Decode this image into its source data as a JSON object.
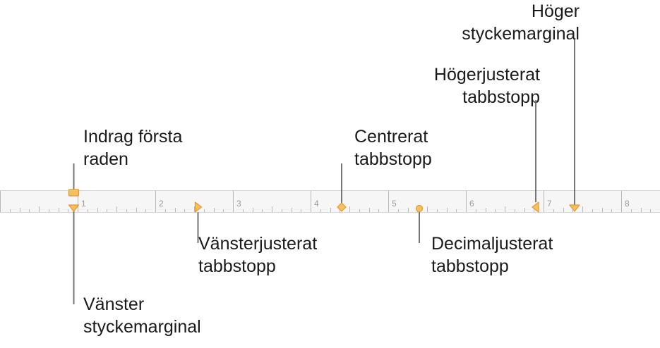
{
  "ruler": {
    "numbers": [
      "1",
      "2",
      "3",
      "4",
      "5",
      "6",
      "7",
      "8"
    ],
    "colors": {
      "marker_fill": "#f5c064",
      "marker_stroke": "#e49a2a",
      "callout_line": "#777777",
      "tick": "#b8b8b8",
      "number": "#9a9a9a"
    }
  },
  "markers": {
    "first_line_indent": {
      "position": 0.95
    },
    "left_indent": {
      "position": 0.95
    },
    "left_tab": {
      "position": 2.55
    },
    "center_tab": {
      "position": 4.4
    },
    "decimal_tab": {
      "position": 5.4
    },
    "right_tab": {
      "position": 6.9
    },
    "right_indent": {
      "position": 7.4
    }
  },
  "callouts": {
    "first_line_indent": [
      "Indrag första",
      "raden"
    ],
    "left_indent": [
      "Vänster",
      "styckemarginal"
    ],
    "left_tab": [
      "Vänsterjusterat",
      "tabbstopp"
    ],
    "center_tab": [
      "Centrerat",
      "tabbstopp"
    ],
    "decimal_tab": [
      "Decimaljusterat",
      "tabbstopp"
    ],
    "right_tab": [
      "Högerjusterat",
      "tabbstopp"
    ],
    "right_indent": [
      "Höger",
      "styckemarginal"
    ]
  }
}
